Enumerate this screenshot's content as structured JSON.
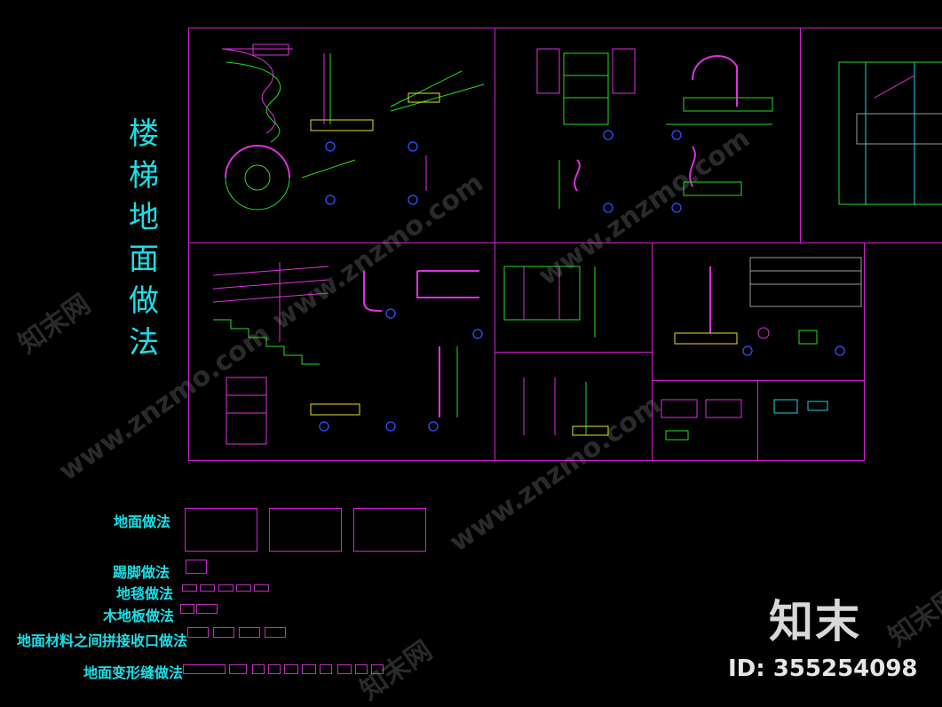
{
  "sheet": {
    "title_chars": [
      "楼",
      "梯",
      "地",
      "面",
      "做",
      "法"
    ]
  },
  "sections": {
    "floor": "地面做法",
    "skirting": "踢脚做法",
    "carpet": "地毯做法",
    "wood_floor": "木地板做法",
    "joint": "地面材料之间拼接收口做法",
    "expansion": "地面变形缝做法"
  },
  "watermark": {
    "site": "www.znzmo.com",
    "brand_cn": "知末网"
  },
  "logo": {
    "text": "知末"
  },
  "id_label": {
    "text": "ID: 355254098"
  },
  "colors": {
    "background": "#000000",
    "frame": "#d020d0",
    "title": "#18e0e8",
    "line_green": "#20e020",
    "line_magenta": "#e030e0",
    "line_yellow": "#e8e020",
    "line_cyan": "#20d0e0",
    "marker_blue": "#3050ff"
  }
}
